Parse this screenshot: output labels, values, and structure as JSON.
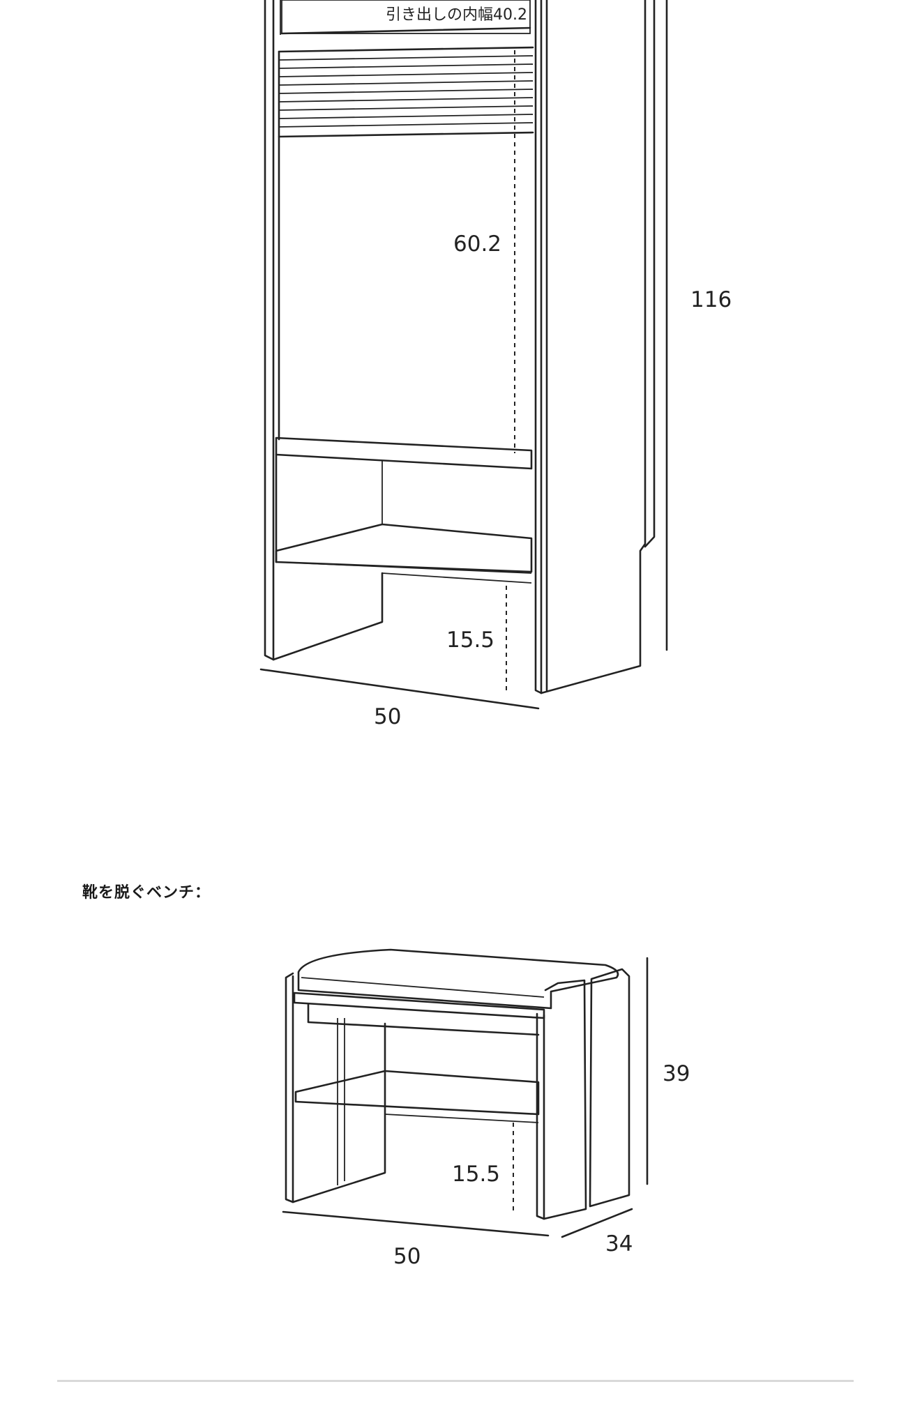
{
  "cabinet": {
    "drawer_width_label": "引き出しの内幅40.2",
    "height_inner": "60.2",
    "height_total": "116",
    "shelf_height": "15.5",
    "width": "50"
  },
  "bench": {
    "title": "靴を脱ぐベンチ：",
    "height": "39",
    "shelf_height": "15.5",
    "width": "50",
    "depth": "34"
  }
}
